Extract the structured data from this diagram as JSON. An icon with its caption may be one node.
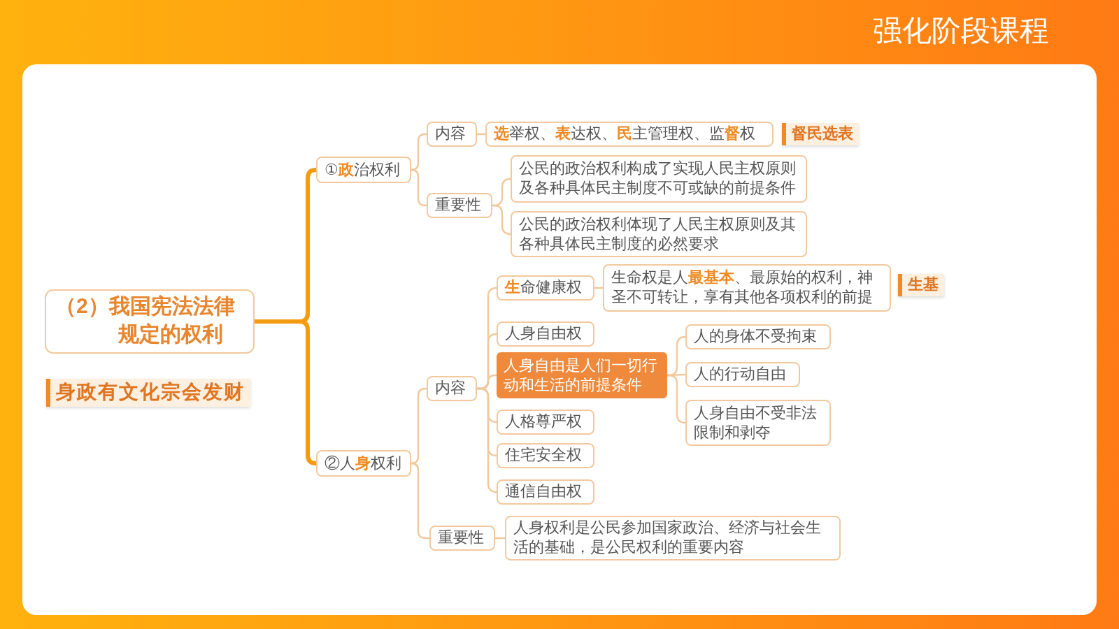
{
  "diagram": {
    "title": "强化阶段课程",
    "nodes": [
      {
        "text": [
          "（2）我国宪法法律规定的权利"
        ]
      },
      {
        "text": [
          "①**政**治权利"
        ]
      },
      {
        "text": [
          "内容"
        ]
      },
      {
        "text": [
          "**选**举权、**表**达权、**民**主管理权、监**督**权"
        ]
      },
      {
        "text": [
          "重要性"
        ]
      },
      {
        "text": [
          "公民的政治权利构成了实现人民主权原则及各种具体民主制度不可或缺的前提条件"
        ]
      },
      {
        "text": [
          "公民的政治权利体现了人民主权原则及其各种具体民主制度的必然要求"
        ]
      },
      {
        "text": [
          "②人**身**权利"
        ]
      },
      {
        "text": [
          "内容"
        ]
      },
      {
        "text": [
          "**生**命健康权"
        ]
      },
      {
        "text": [
          "生命权是人**最基本**、最原始的权利，神圣不可转让，享有其他各项权利的前提"
        ]
      },
      {
        "text": [
          "人身自由权"
        ]
      },
      {
        "text": [
          "人身自由是人们一切行动和生活的前提条件"
        ]
      },
      {
        "text": [
          "人的身体不受拘束"
        ]
      },
      {
        "text": [
          "人的行动自由"
        ]
      },
      {
        "text": [
          "人身自由不受非法限制和剥夺"
        ]
      },
      {
        "text": [
          "人格尊严权"
        ]
      },
      {
        "text": [
          "住宅安全权"
        ]
      },
      {
        "text": [
          "通信自由权"
        ]
      },
      {
        "text": [
          "重要性"
        ]
      },
      {
        "text": [
          "人身权利是公民参加国家政治、经济与社会生活的基础，是公民权利的重要内容"
        ]
      }
    ],
    "edges": [
      {
        "from": 0,
        "to": 1,
        "arrow": "none",
        "style": "thick",
        "color": "#f39c12"
      },
      {
        "from": 0,
        "to": 7,
        "arrow": "none",
        "style": "thick",
        "color": "#f39c12"
      },
      {
        "from": 1,
        "to": 2,
        "arrow": "none"
      },
      {
        "from": 1,
        "to": 4,
        "arrow": "none"
      },
      {
        "from": 2,
        "to": 3,
        "arrow": "none"
      },
      {
        "from": 4,
        "to": 5,
        "arrow": "none"
      },
      {
        "from": 4,
        "to": 6,
        "arrow": "none"
      },
      {
        "from": 7,
        "to": 8,
        "arrow": "none"
      },
      {
        "from": 7,
        "to": 19,
        "arrow": "none"
      },
      {
        "from": 8,
        "to": 9,
        "arrow": "none"
      },
      {
        "from": 8,
        "to": 11,
        "arrow": "none"
      },
      {
        "from": 8,
        "to": 12,
        "arrow": "none"
      },
      {
        "from": 8,
        "to": 16,
        "arrow": "none"
      },
      {
        "from": 8,
        "to": 17,
        "arrow": "none"
      },
      {
        "from": 8,
        "to": 18,
        "arrow": "none"
      },
      {
        "from": 9,
        "to": 10,
        "arrow": "none"
      },
      {
        "from": 12,
        "to": 13,
        "arrow": "none"
      },
      {
        "from": 12,
        "to": 14,
        "arrow": "none"
      },
      {
        "from": 12,
        "to": 15,
        "arrow": "none"
      },
      {
        "from": 19,
        "to": 20,
        "arrow": "none"
      }
    ],
    "labels": [
      "身政有文化宗会发财",
      "督民选表",
      "生基"
    ]
  }
}
